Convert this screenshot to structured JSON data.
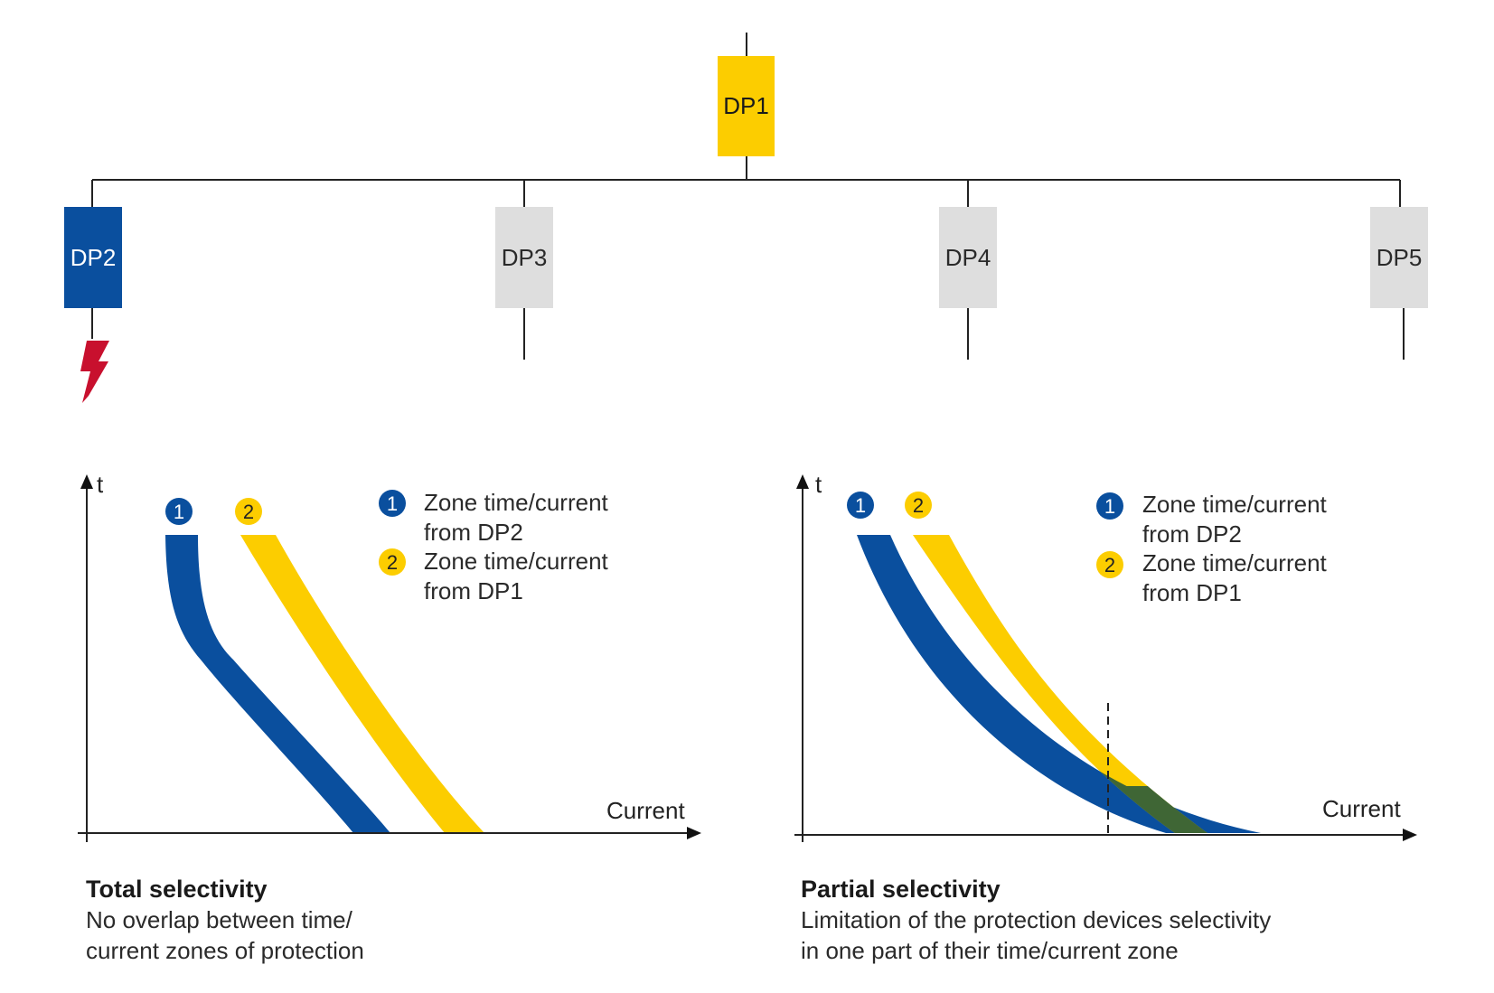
{
  "colors": {
    "blue": "#0a4f9e",
    "yellow": "#fccd00",
    "grey": "#dedede",
    "red": "#c8102e",
    "overlap": "#2f5d3a",
    "line": "#222222"
  },
  "tree": {
    "root": {
      "label": "DP1"
    },
    "children": [
      {
        "label": "DP2",
        "state": "fault"
      },
      {
        "label": "DP3"
      },
      {
        "label": "DP4"
      },
      {
        "label": "DP5"
      }
    ],
    "fault_icon": "lightning-bolt-icon"
  },
  "charts": [
    {
      "axis_y": "t",
      "axis_x": "Current",
      "badges": [
        "1",
        "2"
      ],
      "legend": [
        {
          "num": "1",
          "line1": "Zone time/current",
          "line2": "from DP2"
        },
        {
          "num": "2",
          "line1": "Zone time/current",
          "line2": "from DP1"
        }
      ],
      "caption_title": "Total selectivity",
      "caption_lines": [
        "No overlap between time/",
        "current zones of protection"
      ]
    },
    {
      "axis_y": "t",
      "axis_x": "Current",
      "badges": [
        "1",
        "2"
      ],
      "legend": [
        {
          "num": "1",
          "line1": "Zone time/current",
          "line2": "from DP2"
        },
        {
          "num": "2",
          "line1": "Zone time/current",
          "line2": "from DP1"
        }
      ],
      "caption_title": "Partial selectivity",
      "caption_lines": [
        "Limitation of the protection devices selectivity",
        "in one part of their time/current zone"
      ]
    }
  ]
}
